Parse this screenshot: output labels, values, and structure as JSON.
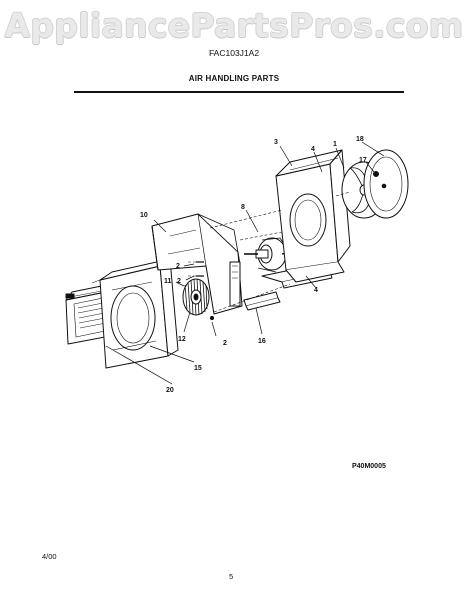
{
  "watermark": "AppliancePartsPros.com",
  "header": {
    "model": "FAC103J1A2",
    "section_title": "AIR HANDLING PARTS"
  },
  "callouts": {
    "c1": "1",
    "c2a": "2",
    "c2b": "2",
    "c2c": "2",
    "c3": "3",
    "c4a": "4",
    "c4b": "4",
    "c8": "8",
    "c10": "10",
    "c11": "11",
    "c12": "12",
    "c15": "15",
    "c16": "16",
    "c17": "17",
    "c18": "18",
    "c20": "20"
  },
  "figure_id": "P40M0005",
  "footer": {
    "date": "4/00",
    "page": "5"
  }
}
